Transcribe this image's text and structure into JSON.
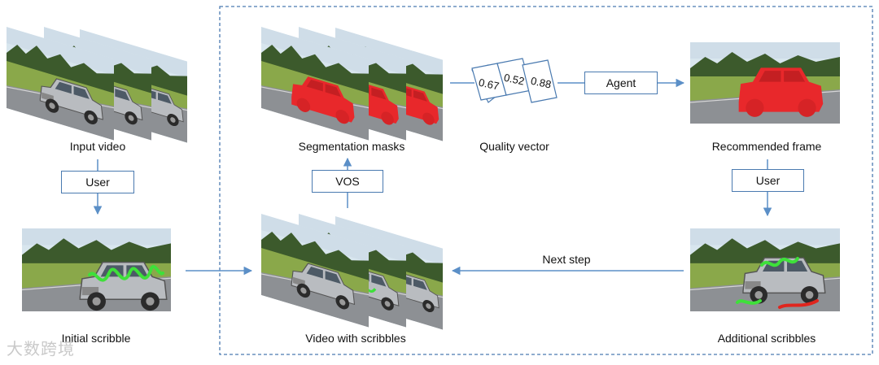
{
  "labels": {
    "input_video": "Input video",
    "initial_scribble": "Initial scribble",
    "segmentation_masks": "Segmentation masks",
    "video_with_scribbles": "Video with scribbles",
    "quality_vector": "Quality vector",
    "recommended_frame": "Recommended frame",
    "additional_scribbles": "Additional scribbles",
    "next_step": "Next step"
  },
  "boxes": {
    "user_left": "User",
    "vos": "VOS",
    "agent": "Agent",
    "user_right": "User"
  },
  "quality_values": [
    "0.67",
    "0.52",
    "0.88"
  ],
  "watermark": "大数跨境",
  "colors": {
    "arrow": "#5b8fc7",
    "box_border": "#4a7ab0",
    "dashed_border": "#4a7ab0",
    "mask": "#e8282b",
    "scribble_green": "#3ee03a",
    "scribble_red": "#e0261e",
    "sky": "#d8e6ee",
    "trees": "#3c5a2c",
    "grass": "#8aa84a",
    "road": "#8d9094"
  }
}
